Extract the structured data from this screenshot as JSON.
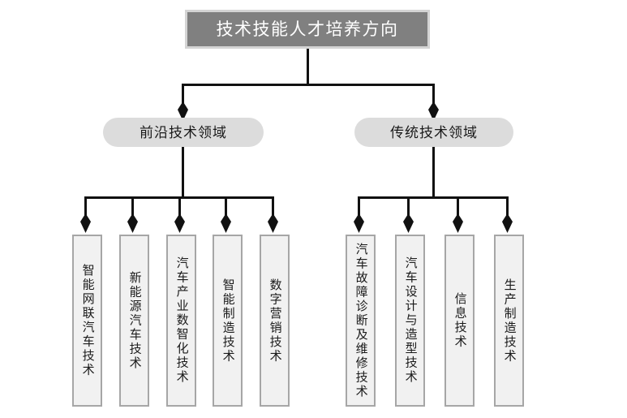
{
  "diagram": {
    "title": "技术技能人才培养方向",
    "colors": {
      "root_fill": "#808080",
      "root_border": "#d4d4d4",
      "root_text": "#ffffff",
      "branch_fill": "#dcdcdc",
      "leaf_fill": "#f1f1f1",
      "leaf_border": "#a6a6a6",
      "connector": "#111111",
      "background": "#ffffff"
    },
    "root": {
      "label": "技术技能人才培养方向"
    },
    "branches": [
      {
        "label": "前沿技术领域",
        "children": [
          {
            "label": "智能网联汽车技术"
          },
          {
            "label": "新能源汽车技术"
          },
          {
            "label": "汽车产业数智化技术"
          },
          {
            "label": "智能制造技术"
          },
          {
            "label": "数字营销技术"
          }
        ]
      },
      {
        "label": "传统技术领域",
        "children": [
          {
            "label": "汽车故障诊断及维修技术"
          },
          {
            "label": "汽车设计与造型技术"
          },
          {
            "label": "信息技术"
          },
          {
            "label": "生产制造技术"
          }
        ]
      }
    ]
  }
}
